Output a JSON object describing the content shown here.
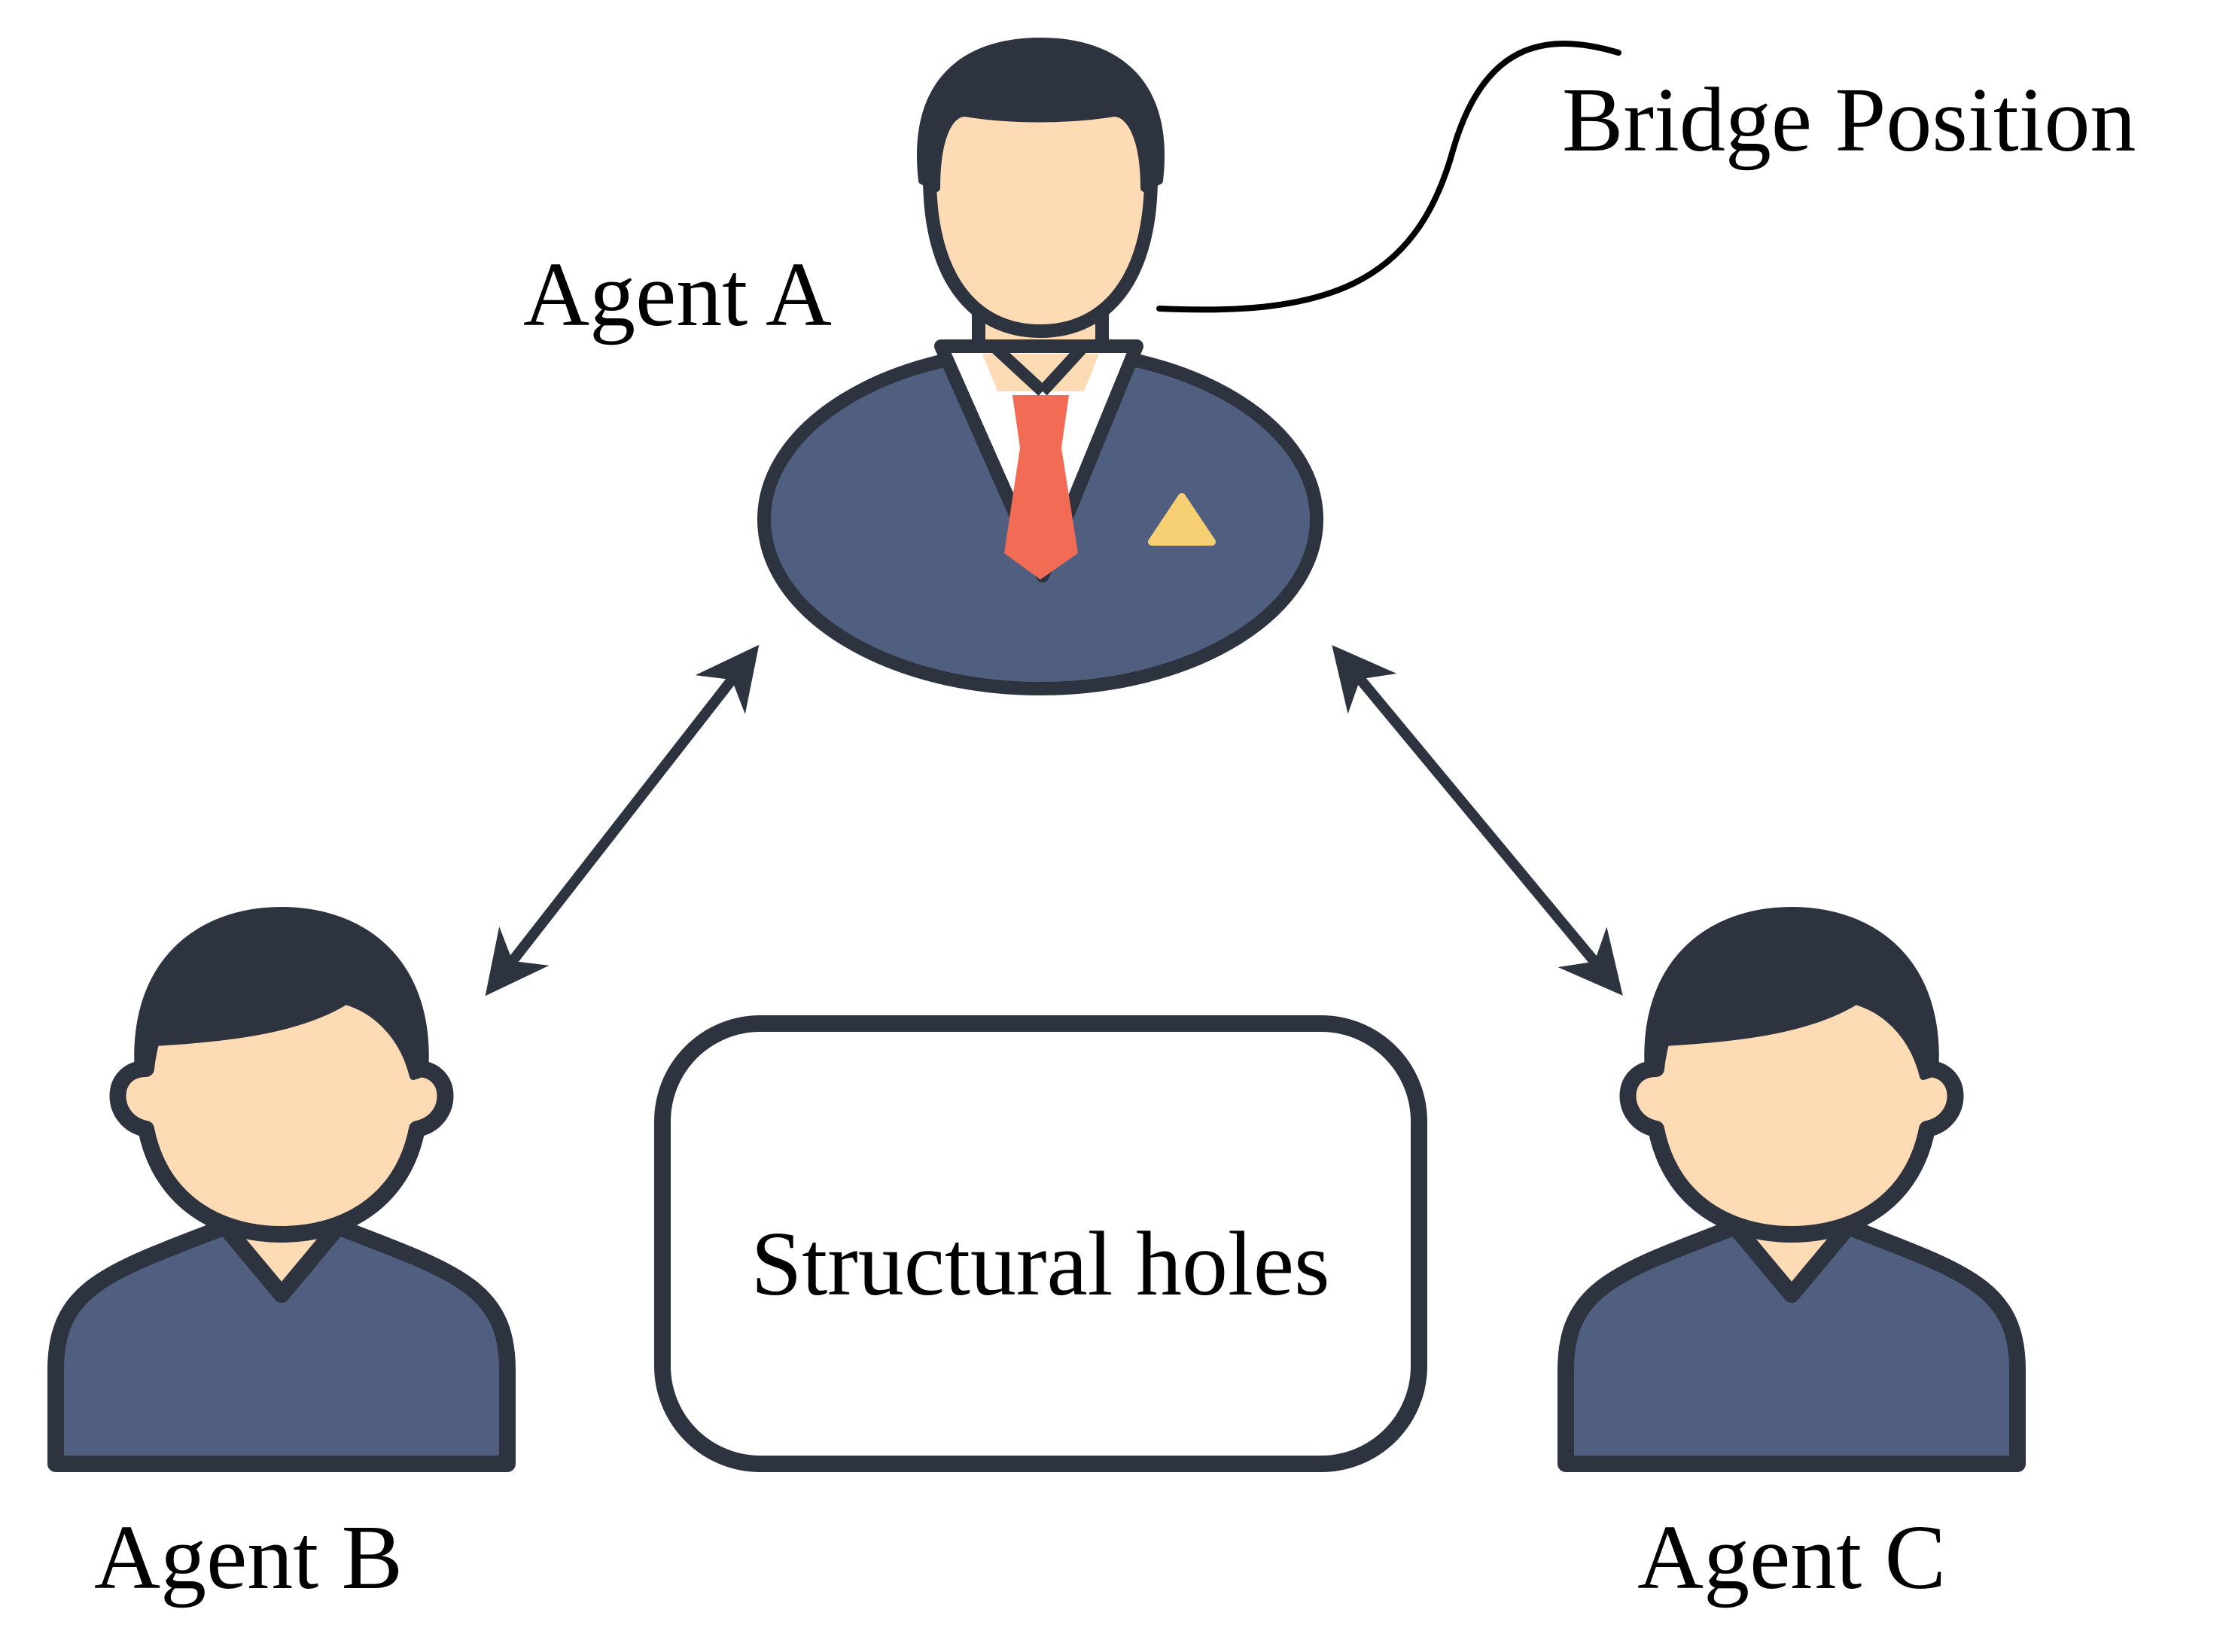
{
  "labels": {
    "bridge_position": "Bridge Position",
    "agent_a": "Agent A",
    "agent_b": "Agent B",
    "agent_c": "Agent C",
    "structural_holes": "Structural holes"
  },
  "colors": {
    "outline": "#2e3340",
    "hair": "#2e3340",
    "skin": "#fddbb4",
    "suit": "#505f80",
    "shirt": "#ffffff",
    "tie": "#f26b55",
    "badge": "#f5cf72",
    "arrow": "#2e3340",
    "box_fill": "#ffffff"
  },
  "icons": {
    "agent_a": "businessman-icon",
    "agent_b": "person-icon",
    "agent_c": "person-icon"
  }
}
